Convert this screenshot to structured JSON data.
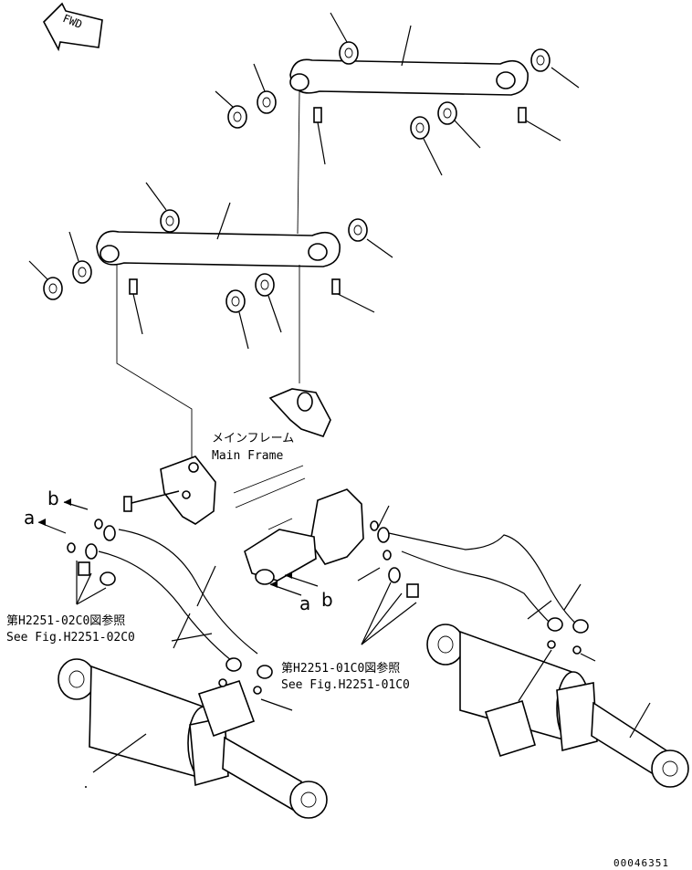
{
  "labels": {
    "fwd": "FWD",
    "main_frame_jp": "メインフレーム",
    "main_frame_en": "Main Frame",
    "ref_left_jp": "第H2251-02C0図参照",
    "ref_left_en": "See Fig.H2251-02C0",
    "ref_right_jp": "第H2251-01C0図参照",
    "ref_right_en": "See Fig.H2251-01C0",
    "a_left": "a",
    "b_left": "b",
    "a_right": "a",
    "b_right": "b",
    "figure_number": "00046351"
  }
}
